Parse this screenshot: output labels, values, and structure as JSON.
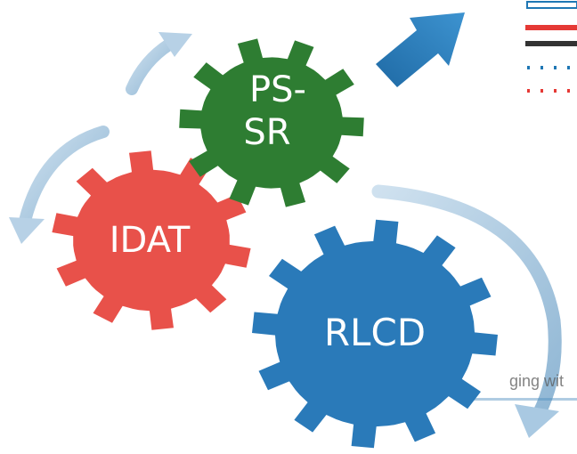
{
  "gears": {
    "psSr": {
      "line1": "PS-",
      "line2": "SR",
      "color": "#2e7d32"
    },
    "idat": {
      "label": "IDAT",
      "color": "#e8514a"
    },
    "rlcd": {
      "label": "RLCD",
      "color": "#2a7ab9"
    }
  },
  "arrows": {
    "color": "#a9c9e2",
    "output_color": "#2a7ab9"
  },
  "legend": {
    "line_styles": [
      "solid-box",
      "solid-red",
      "solid-black",
      "dotted-blue",
      "dotted-red"
    ],
    "colors": [
      "#1f77b4",
      "#e53935",
      "#333333",
      "#1f77b4",
      "#e53935"
    ]
  },
  "faded_text": {
    "visible": "ging wit"
  }
}
